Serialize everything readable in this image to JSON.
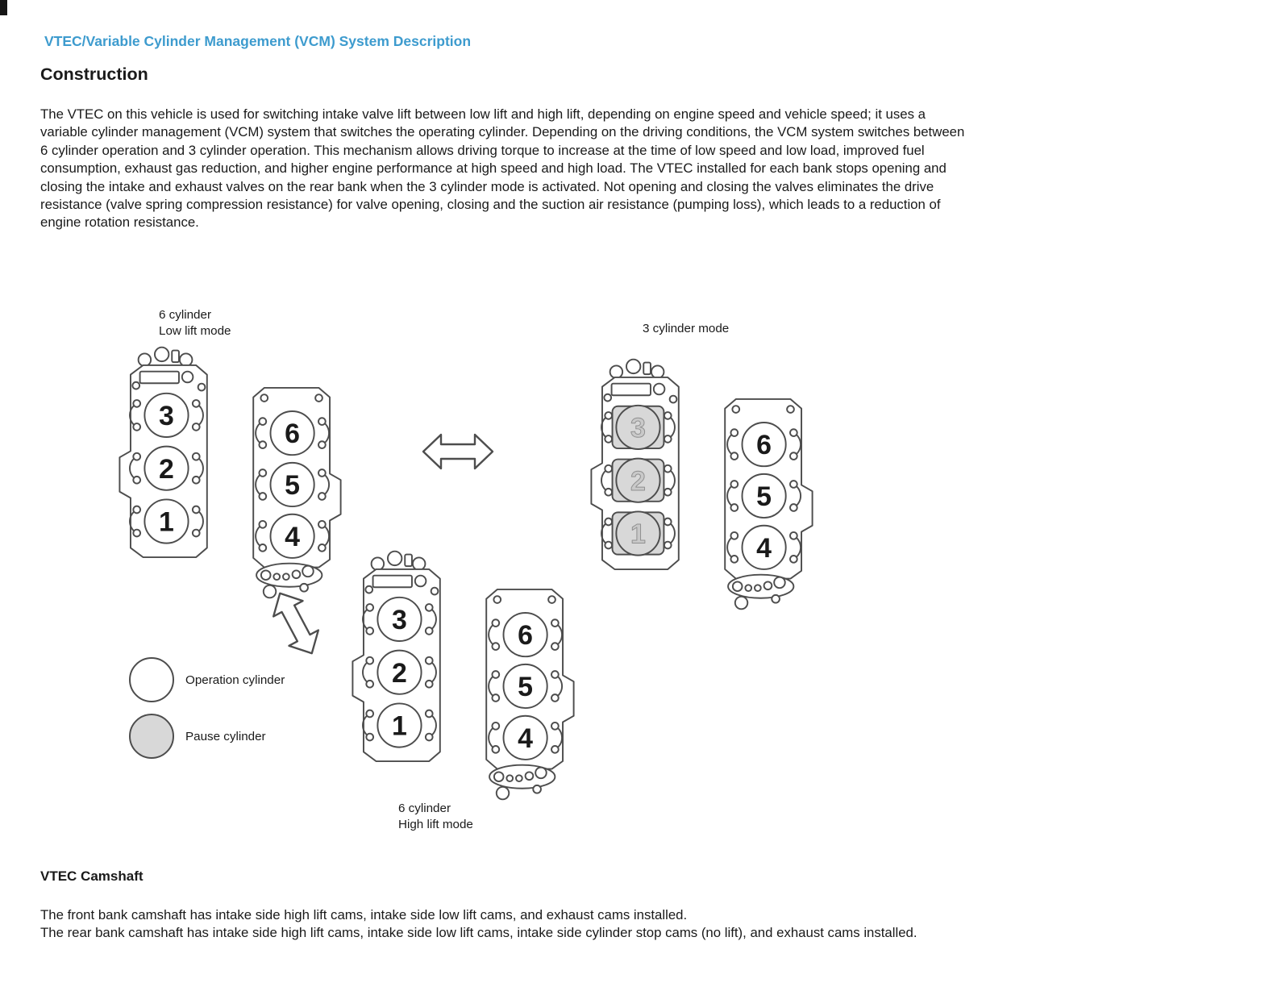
{
  "page": {
    "title": "VTEC/Variable Cylinder Management (VCM) System Description",
    "construction_heading": "Construction",
    "construction_body": "The VTEC on this vehicle is used for switching intake valve lift between low lift and high lift, depending on engine speed and vehicle speed; it uses a variable cylinder management (VCM) system that switches the operating cylinder. Depending on the driving conditions, the VCM system switches between 6 cylinder operation and 3 cylinder operation. This mechanism allows driving torque to increase at the time of low speed and low load, improved fuel consumption, exhaust gas reduction, and higher engine performance at high speed and high load. The VTEC installed for each bank stops opening and closing the intake and exhaust valves on the rear bank when the 3 cylinder mode is activated. Not opening and closing the valves eliminates the drive resistance (valve spring compression resistance) for valve opening, closing and the suction air resistance (pumping loss), which leads to a reduction of engine rotation resistance.",
    "camshaft_heading": "VTEC Camshaft",
    "camshaft_line1": "The front bank camshaft has intake side high lift cams, intake side low lift cams, and exhaust cams installed.",
    "camshaft_line2": "The rear bank camshaft has intake side high lift cams, intake side low lift cams, intake side cylinder stop cams (no lift), and exhaust cams installed."
  },
  "colors": {
    "title_blue": "#3d9bce",
    "text": "#1a1a1a",
    "line": "#4d4d4d",
    "operation_fill": "#ffffff",
    "pause_fill": "#d8d8d8",
    "pause_number_fill": "#c9c9c9",
    "pause_number_stroke": "#8f8f8f"
  },
  "diagram": {
    "modes": [
      {
        "id": "low_lift",
        "label_lines": [
          "6 cylinder",
          "Low lift mode"
        ],
        "front_bank": {
          "cylinders": [
            "3",
            "2",
            "1"
          ],
          "paused": [
            false,
            false,
            false
          ]
        },
        "rear_bank": {
          "cylinders": [
            "6",
            "5",
            "4"
          ],
          "paused": [
            false,
            false,
            false
          ]
        }
      },
      {
        "id": "three_cylinder",
        "label_lines": [
          "3 cylinder mode"
        ],
        "front_bank": {
          "cylinders": [
            "3",
            "2",
            "1"
          ],
          "paused": [
            true,
            true,
            true
          ]
        },
        "rear_bank": {
          "cylinders": [
            "6",
            "5",
            "4"
          ],
          "paused": [
            false,
            false,
            false
          ]
        }
      },
      {
        "id": "high_lift",
        "label_lines": [
          "6 cylinder",
          "High lift mode"
        ],
        "front_bank": {
          "cylinders": [
            "3",
            "2",
            "1"
          ],
          "paused": [
            false,
            false,
            false
          ]
        },
        "rear_bank": {
          "cylinders": [
            "6",
            "5",
            "4"
          ],
          "paused": [
            false,
            false,
            false
          ]
        }
      }
    ],
    "legend": [
      {
        "type": "operation",
        "label": "Operation cylinder"
      },
      {
        "type": "pause",
        "label": "Pause cylinder"
      }
    ]
  }
}
